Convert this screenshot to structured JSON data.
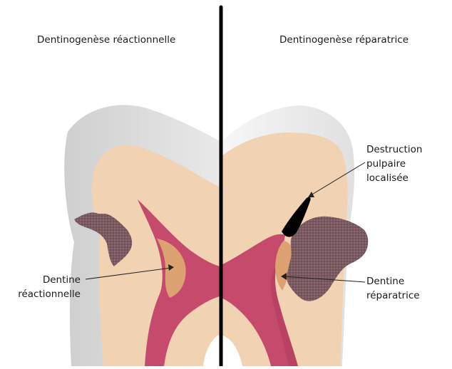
{
  "titles": {
    "left": "Dentinogenèse réactionnelle",
    "right": "Dentinogenèse réparatrice"
  },
  "labels": {
    "dentine_reactionnelle": [
      "Dentine",
      "réactionnelle"
    ],
    "dentine_reparatrice": [
      "Dentine",
      "réparatrice"
    ],
    "destruction": [
      "Destruction",
      "pulpaire",
      "localisée"
    ]
  },
  "colors": {
    "enamel": "#d6d6d6",
    "dentin": "#f1d2b3",
    "pulp": "#c64a6c",
    "caries": "#7a5a60",
    "tertiary_dentin": "#dca271",
    "divider": "#000000"
  }
}
